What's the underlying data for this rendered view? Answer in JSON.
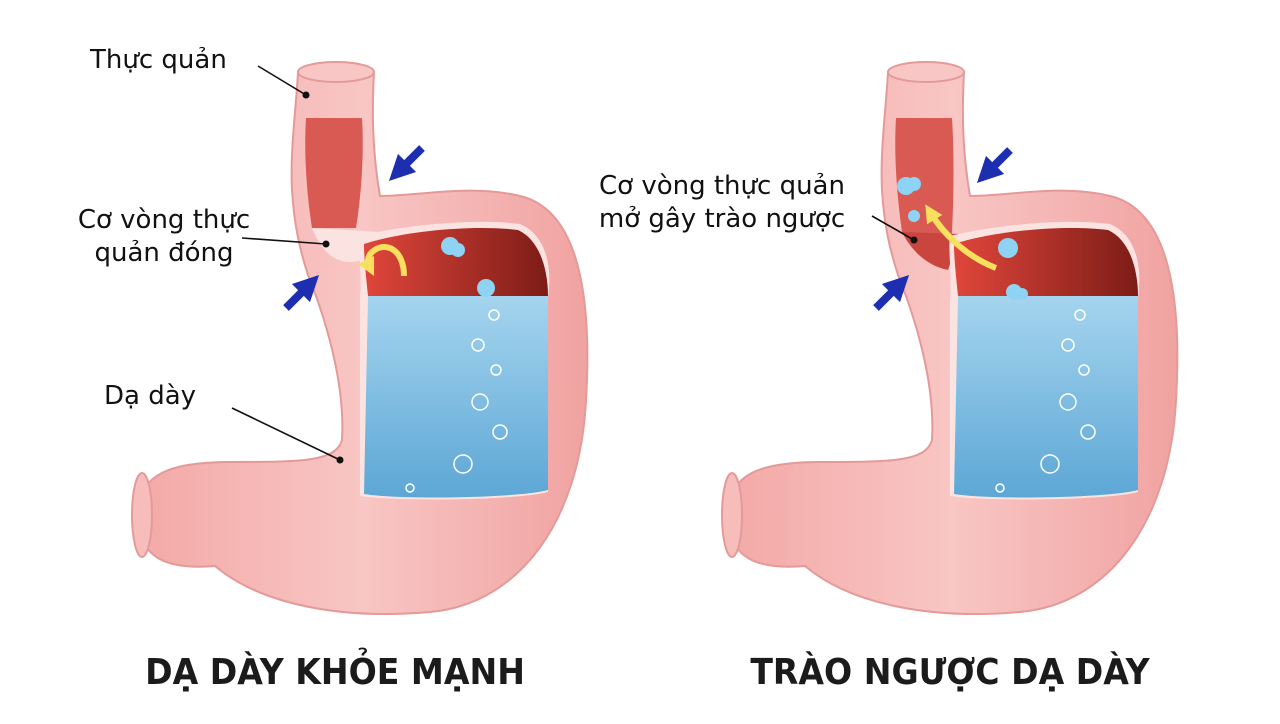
{
  "labels": {
    "esophagus": "Thực quản",
    "sphincter_closed": [
      "Cơ vòng thực",
      "quản đóng"
    ],
    "stomach": "Dạ dày",
    "sphincter_open": [
      "Cơ vòng thực quản",
      "mở gây trào ngược"
    ]
  },
  "captions": {
    "healthy": "DẠ DÀY KHỎE MẠNH",
    "reflux": "TRÀO NGƯỢC DẠ DÀY"
  },
  "colors": {
    "tissue": "#f4b4b2",
    "tissue_edge": "#e59a98",
    "esophagus_inner": "#d95d56",
    "acid_dark": "#9e2720",
    "liquid": "#7fbfe3",
    "bubble": "#8fd3f4",
    "pressure_arrow": "#1d2fb0",
    "flow_arrow": "#f6e05e"
  }
}
